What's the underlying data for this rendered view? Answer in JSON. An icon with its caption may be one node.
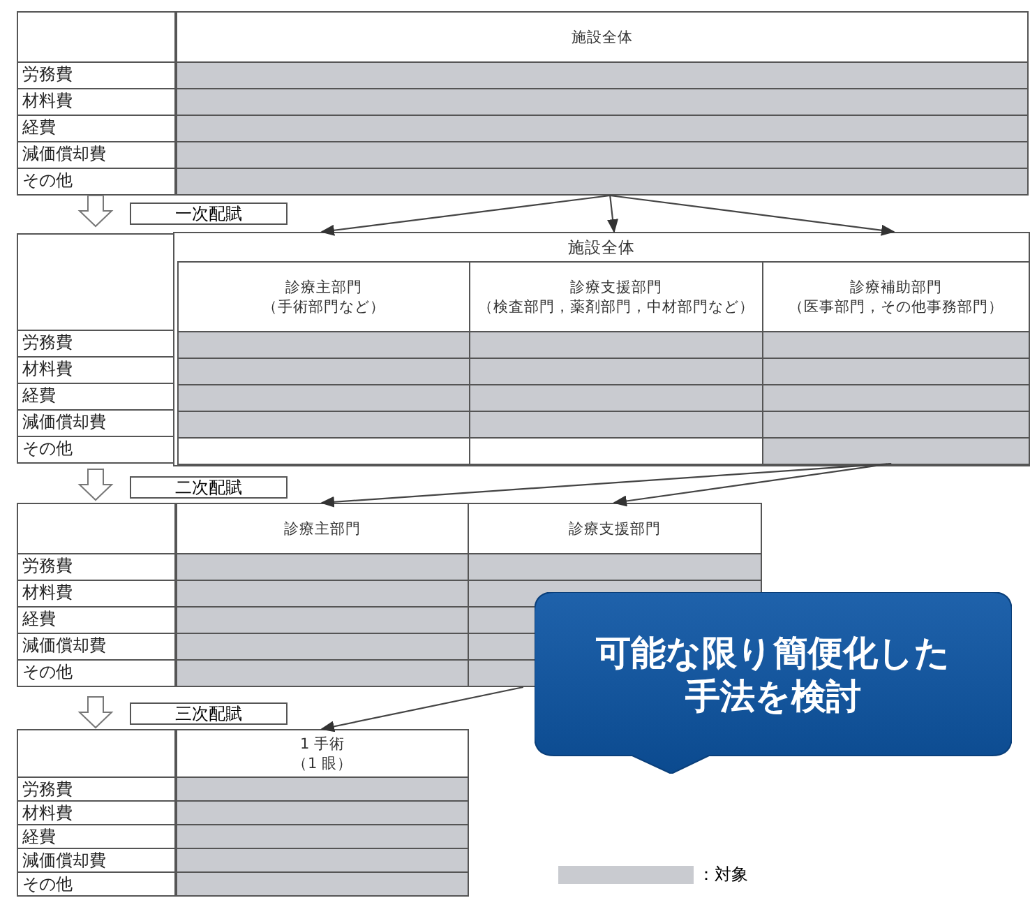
{
  "diagram": {
    "nodes": [
      {
        "text": [
          "施設全体"
        ]
      },
      {
        "text": [
          "一次配賦"
        ]
      },
      {
        "text": [
          "施設全体"
        ]
      },
      {
        "text": [
          "診療主部門",
          "（手術部門など）"
        ],
        "in": 2
      },
      {
        "text": [
          "診療支援部門",
          "（検査部門，薬剤部門，中材部門など）"
        ],
        "in": 2
      },
      {
        "text": [
          "診療補助部門",
          "（医事部門，その他事務部門）"
        ],
        "in": 2
      },
      {
        "text": [
          "二次配賦"
        ]
      },
      {
        "text": [
          "診療主部門"
        ]
      },
      {
        "text": [
          "診療支援部門"
        ]
      },
      {
        "text": [
          "三次配賦"
        ]
      },
      {
        "text": [
          "1 手術",
          "（1 眼）"
        ]
      },
      {
        "text": [
          "可能な限り簡便化した手法を検討"
        ]
      }
    ],
    "edges": [
      {
        "from": 0,
        "to": 3,
        "arrow": "to"
      },
      {
        "from": 0,
        "to": 4,
        "arrow": "to"
      },
      {
        "from": 0,
        "to": 5,
        "arrow": "to"
      },
      {
        "from": 5,
        "to": 7,
        "arrow": "to"
      },
      {
        "from": 5,
        "to": 8,
        "arrow": "to"
      },
      {
        "from": 8,
        "to": 10,
        "arrow": "to"
      }
    ],
    "labels": [
      "労務費",
      "材料費",
      "経費",
      "減価償却費",
      "その他",
      "労務費",
      "材料費",
      "経費",
      "減価償却費",
      "その他",
      "労務費",
      "材料費",
      "経費",
      "減価償却費",
      "その他",
      "労務費",
      "材料費",
      "経費",
      "減価償却費",
      "その他"
    ],
    "legend": [
      {
        "text": "：対象",
        "color": "#c9cbd0"
      }
    ]
  }
}
